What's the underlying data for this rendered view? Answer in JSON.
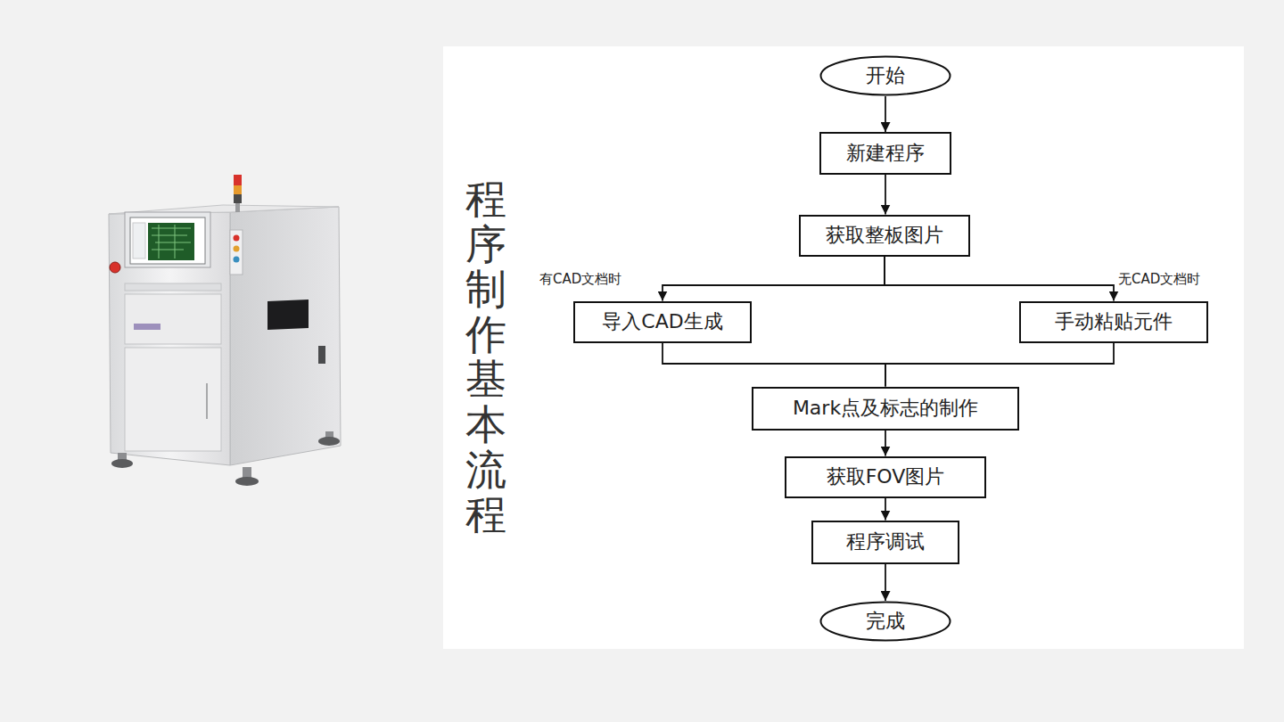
{
  "diagram": {
    "title": "程序制作基本流程",
    "nodes": [
      {
        "text": [
          "开始"
        ]
      },
      {
        "text": [
          "新建程序"
        ]
      },
      {
        "text": [
          "获取整板图片"
        ]
      },
      {
        "text": [
          "导入CAD生成"
        ]
      },
      {
        "text": [
          "手动粘贴元件"
        ]
      },
      {
        "text": [
          "Mark点及标志的制作"
        ]
      },
      {
        "text": [
          "获取FOV图片"
        ]
      },
      {
        "text": [
          "程序调试"
        ]
      },
      {
        "text": [
          "完成"
        ]
      }
    ],
    "edges": [
      {
        "from": 0,
        "to": 1,
        "arrow": "to"
      },
      {
        "from": 1,
        "to": 2,
        "arrow": "to"
      },
      {
        "from": 2,
        "to": 3,
        "arrow": "to"
      },
      {
        "from": 2,
        "to": 4,
        "arrow": "to"
      },
      {
        "from": 3,
        "to": 5,
        "arrow": "none"
      },
      {
        "from": 4,
        "to": 5,
        "arrow": "none"
      },
      {
        "from": 5,
        "to": 6,
        "arrow": "to"
      },
      {
        "from": 6,
        "to": 7,
        "arrow": "to"
      },
      {
        "from": 7,
        "to": 8,
        "arrow": "to"
      }
    ],
    "labels": [
      "有CAD文档时",
      "无CAD文档时"
    ]
  }
}
